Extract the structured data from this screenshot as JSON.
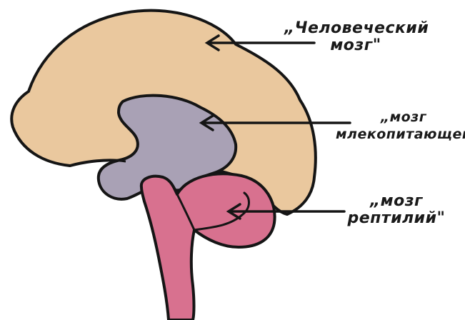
{
  "labels": {
    "human_brain": {
      "line1": "„Человеческий",
      "line2": "мозг\""
    },
    "mammal_brain": {
      "line1": "„мозг",
      "line2": "млекопитающего\""
    },
    "reptile_brain": {
      "line1": "„мозг",
      "line2": "рептилий\""
    }
  },
  "colors": {
    "cortex": "#eac89e",
    "limbic": "#a9a1b5",
    "brainstem": "#d8718f",
    "outline": "#151515"
  }
}
